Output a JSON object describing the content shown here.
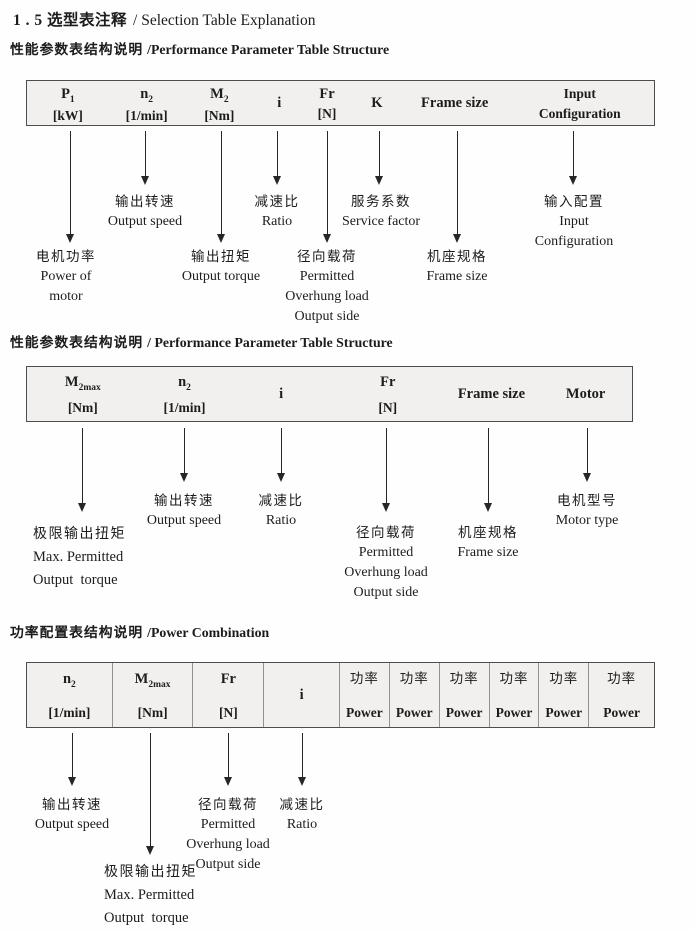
{
  "title": {
    "zh": "1 . 5 选型表注释",
    "en": "/ Selection Table Explanation"
  },
  "s1": {
    "heading": {
      "zh": "性能参数表结构说明",
      "en": "/Performance Parameter Table Structure"
    },
    "cols": {
      "p1": {
        "sym": "P",
        "sub": "1",
        "unit": "[kW]"
      },
      "n2": {
        "sym": "n",
        "sub": "2",
        "unit": "[1/min]"
      },
      "m2": {
        "sym": "M",
        "sub": "2",
        "unit": "[Nm]"
      },
      "i": {
        "sym": "i"
      },
      "fr": {
        "sym": "Fr",
        "unit": "[N]"
      },
      "k": {
        "sym": "K"
      },
      "frame": {
        "sym": "Frame size"
      },
      "input": {
        "line1": "Input",
        "line2": "Configuration"
      }
    },
    "ann": {
      "output_speed": {
        "zh": "输出转速",
        "en": "Output speed"
      },
      "ratio": {
        "zh": "减速比",
        "en": "Ratio"
      },
      "service_factor": {
        "zh": "服务系数",
        "en": "Service factor"
      },
      "input_config": {
        "zh": "输入配置",
        "en1": "Input",
        "en2": "Configuration"
      },
      "motor_power": {
        "zh": "电机功率",
        "en1": "Power of",
        "en2": "motor"
      },
      "output_torque": {
        "zh": "输出扭矩",
        "en": "Output torque"
      },
      "radial_load": {
        "zh": "径向载荷",
        "en1": "Permitted",
        "en2": "Overhung load",
        "en3": "Output side"
      },
      "frame_size": {
        "zh": "机座规格",
        "en": "Frame size"
      }
    }
  },
  "s2": {
    "heading": {
      "zh": "性能参数表结构说明",
      "en": "/ Performance Parameter Table Structure"
    },
    "cols": {
      "m2max": {
        "sym": "M",
        "sub": "2max",
        "unit": "[Nm]"
      },
      "n2": {
        "sym": "n",
        "sub": "2",
        "unit": "[1/min]"
      },
      "i": {
        "sym": "i"
      },
      "fr": {
        "sym": "Fr",
        "unit": "[N]"
      },
      "frame": {
        "sym": "Frame size"
      },
      "motor": {
        "sym": "Motor"
      }
    },
    "ann": {
      "output_speed": {
        "zh": "输出转速",
        "en": "Output speed"
      },
      "ratio": {
        "zh": "减速比",
        "en": "Ratio"
      },
      "motor_type": {
        "zh": "电机型号",
        "en": "Motor type"
      },
      "max_torque": {
        "zh": "极限输出扭矩",
        "en1": "Max. Permitted",
        "en2": "Output  torque"
      },
      "radial_load": {
        "zh": "径向载荷",
        "en1": "Permitted",
        "en2": "Overhung load",
        "en3": "Output side"
      },
      "frame_size": {
        "zh": "机座规格",
        "en": "Frame size"
      }
    }
  },
  "s3": {
    "heading": {
      "zh": "功率配置表结构说明",
      "en": "/Power Combination"
    },
    "cols": {
      "n2": {
        "sym": "n",
        "sub": "2",
        "unit": "[1/min]"
      },
      "m2max": {
        "sym": "M",
        "sub": "2max",
        "unit": "[Nm]"
      },
      "fr": {
        "sym": "Fr",
        "unit": "[N]"
      },
      "i": {
        "sym": "i"
      },
      "power": {
        "zh": "功率",
        "en": "Power"
      }
    },
    "ann": {
      "output_speed": {
        "zh": "输出转速",
        "en": "Output speed"
      },
      "radial_load": {
        "zh": "径向载荷",
        "en1": "Permitted",
        "en2": "Overhung load",
        "en3": "Output side"
      },
      "ratio": {
        "zh": "减速比",
        "en": "Ratio"
      },
      "max_torque": {
        "zh": "极限输出扭矩",
        "en1": "Max. Permitted",
        "en2": "Output  torque"
      }
    }
  }
}
